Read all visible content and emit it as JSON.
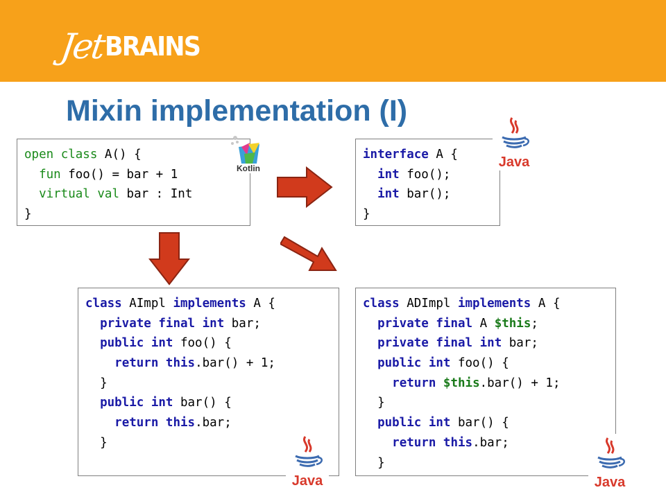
{
  "header": {
    "logo_jet": "Jet",
    "logo_brains": "BRAINS",
    "color": "#f7a11a"
  },
  "slide": {
    "title": "Mixin implementation (I)"
  },
  "code_boxes": {
    "kotlin": {
      "lines": [
        "open class A() {",
        "  fun foo() = bar + 1",
        "  virtual val bar : Int",
        "}"
      ]
    },
    "java_interface": {
      "lines": [
        "interface A {",
        "  int foo();",
        "  int bar();",
        "}"
      ]
    },
    "aimpl": {
      "lines": [
        "class AImpl implements A {",
        "  private final int bar;",
        "  public int foo() {",
        "    return this.bar() + 1;",
        "  }",
        "  public int bar() {",
        "    return this.bar;",
        "  }"
      ]
    },
    "adimpl": {
      "lines": [
        "class ADImpl implements A {",
        "  private final A $this;",
        "  private final int bar;",
        "  public int foo() {",
        "    return $this.bar() + 1;",
        "  }",
        "  public int bar() {",
        "    return this.bar;",
        "  }"
      ]
    }
  },
  "badges": {
    "kotlin_label": "Kotlin",
    "java_label": "Java"
  },
  "icons": {
    "arrow": "right-arrow-icon",
    "kotlin": "kotlin-logo-icon",
    "java": "java-logo-icon"
  },
  "colors": {
    "title": "#2e6da8",
    "arrow_fill": "#d13a1c",
    "keyword": "#1a1aa6",
    "kotlin_keyword": "#1a8a1a",
    "java_red": "#d8392b",
    "java_blue": "#3c6bb0"
  }
}
